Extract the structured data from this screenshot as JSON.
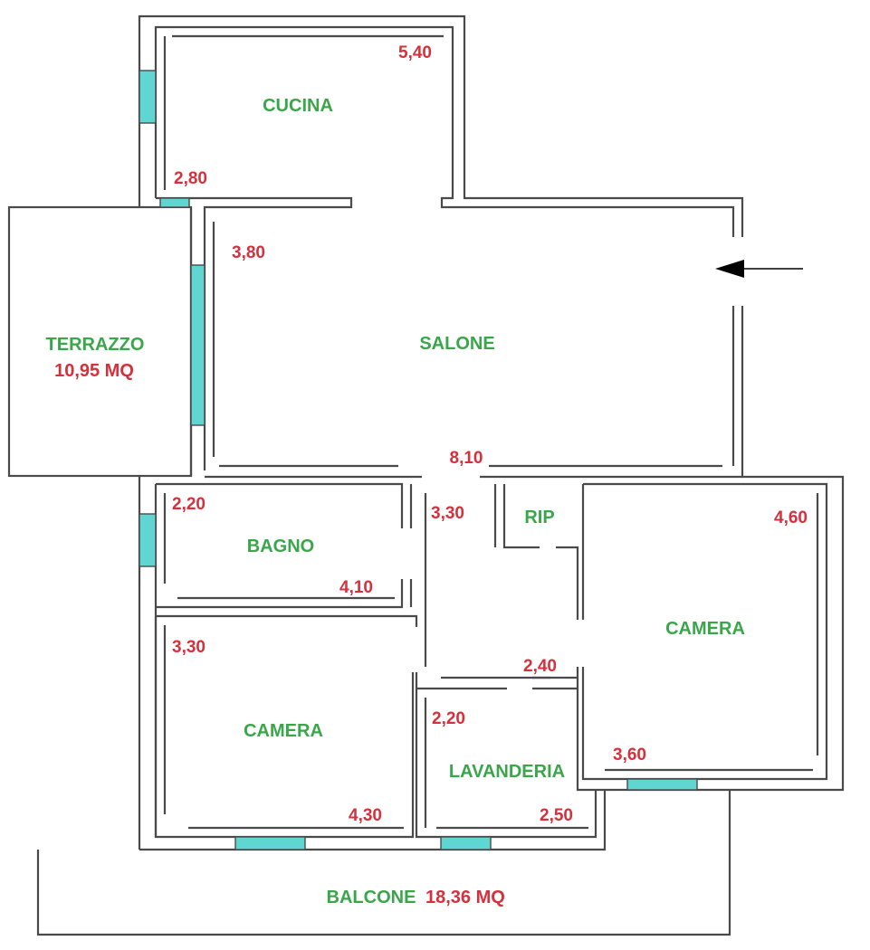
{
  "rooms": {
    "cucina": "CUCINA",
    "salone": "SALONE",
    "terrazzo": "TERRAZZO",
    "terrazzo_area": "10,95 MQ",
    "bagno": "BAGNO",
    "rip": "RIP",
    "camera_right": "CAMERA",
    "camera_left": "CAMERA",
    "lavanderia": "LAVANDERIA",
    "balcone": "BALCONE",
    "balcone_area": "18,36 MQ"
  },
  "dimensions": {
    "cucina_width": "5,40",
    "cucina_depth": "2,80",
    "salone_depth": "3,80",
    "salone_width": "8,10",
    "bagno_depth": "2,20",
    "bagno_width": "4,10",
    "corridor_depth": "3,30",
    "camera_right_depth": "4,60",
    "camera_right_width": "3,60",
    "camera_left_depth": "3,30",
    "camera_left_width": "4,30",
    "corridor_width": "2,40",
    "lavanderia_depth": "2,20",
    "lavanderia_width": "2,50"
  },
  "colors": {
    "wall": "#4a4a4a",
    "window": "#5fd6d2",
    "room_label": "#3aa64a",
    "dimension_label": "#d6303c"
  },
  "icons": {
    "entrance": "entrance-arrow-icon"
  }
}
